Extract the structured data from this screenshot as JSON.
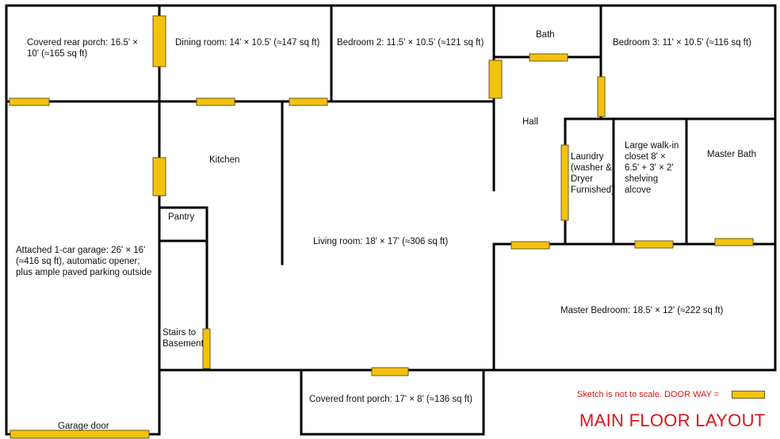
{
  "rooms": {
    "covered_rear_porch": "Covered rear porch: 16.5' × 10' (≈165 sq ft)",
    "dining_room": "Dining room: 14' × 10.5' (≈147 sq ft)",
    "bedroom_2": "Bedroom 2: 11.5' × 10.5' (≈121 sq ft)",
    "bath": "Bath",
    "bedroom_3": "Bedroom 3: 11' × 10.5' (≈116 sq ft)",
    "hall": "Hall",
    "kitchen": "Kitchen",
    "laundry": "Laundry (washer & Dryer Furnished)",
    "walk_in_closet": "Large walk-in closet 8' × 6.5' + 3' × 2' shelving alcove",
    "master_bath": "Master Bath",
    "pantry": "Pantry",
    "garage": "Attached 1-car garage: 26' × 16' (≈416 sq ft), automatic opener; plus ample paved parking outside",
    "living_room": "Living room: 18' × 17' (≈306 sq ft)",
    "master_bedroom": "Master Bedroom: 18.5' × 12' (≈222 sq ft)",
    "stairs": "Stairs to Basement",
    "front_porch": "Covered front porch: 17' × 8' (≈136 sq ft)",
    "garage_door": "Garage door"
  },
  "legend": {
    "text": "Sketch is not to scale.  DOOR WAY =",
    "door_color": "#f4c20d"
  },
  "title": "MAIN FLOOR LAYOUT",
  "colors": {
    "wall": "#000000",
    "door": "#f4c20d",
    "annotation": "#d9141b"
  }
}
